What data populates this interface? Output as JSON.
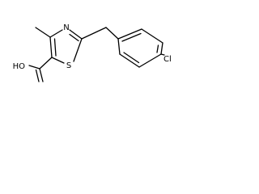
{
  "molecule": {
    "atoms": {
      "oh": "HO",
      "n": "N",
      "s": "S",
      "cl": "Cl"
    }
  }
}
